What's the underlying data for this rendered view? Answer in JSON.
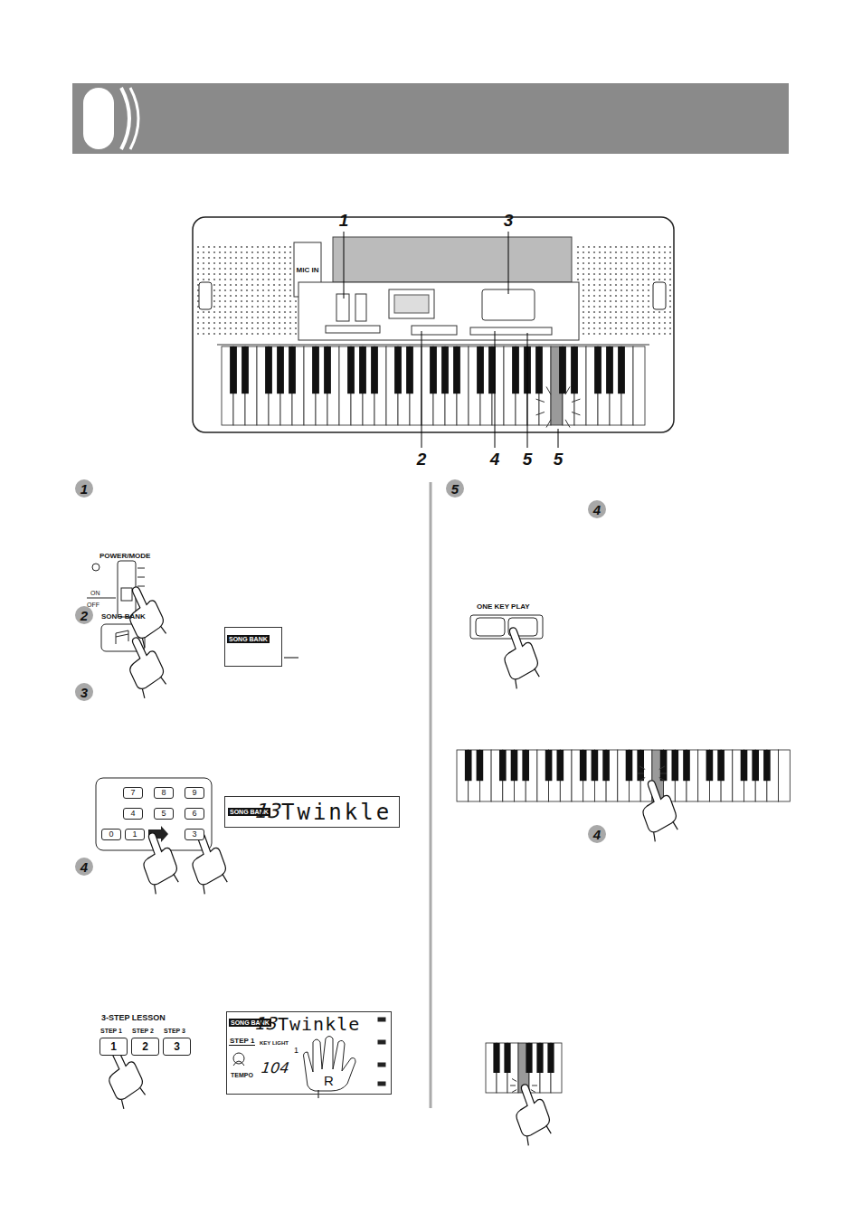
{
  "diagram": {
    "nodes": [
      {
        "text": [
          "SONG BANK"
        ]
      },
      {
        "text": [
          "SONG BANK",
          "13",
          "Twinkle"
        ]
      },
      {
        "text": [
          "SONG BANK",
          "13",
          "Twinkle",
          "STEP 1",
          "KEY LIGHT",
          "TEMPO",
          "104",
          "R",
          "1"
        ]
      },
      {
        "text": [
          "7"
        ]
      },
      {
        "text": [
          "8"
        ]
      },
      {
        "text": [
          "9"
        ]
      },
      {
        "text": [
          "4"
        ]
      },
      {
        "text": [
          "5"
        ]
      },
      {
        "text": [
          "6"
        ]
      },
      {
        "text": [
          "0"
        ]
      },
      {
        "text": [
          "1"
        ]
      },
      {
        "text": [
          "3"
        ]
      },
      {
        "text": [
          "1"
        ]
      },
      {
        "text": [
          "2"
        ]
      },
      {
        "text": [
          "3"
        ]
      }
    ],
    "labels": [
      "1",
      "3",
      "2",
      "4",
      "5",
      "5",
      "1",
      "POWER/MODE",
      "ON",
      "OFF",
      "2",
      "SONG BANK",
      "3",
      "4",
      "3-STEP LESSON",
      "STEP 1",
      "STEP 2",
      "STEP 3",
      "5",
      "4",
      "ONE KEY PLAY",
      "4",
      "MIC IN"
    ]
  }
}
